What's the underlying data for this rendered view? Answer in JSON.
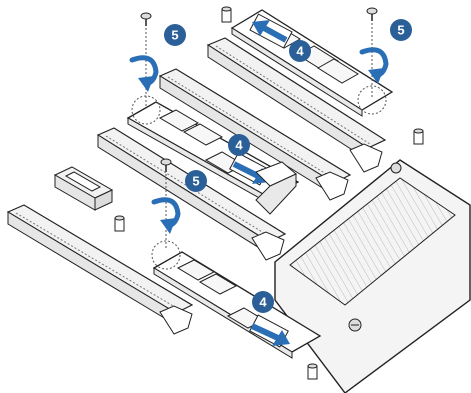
{
  "colors": {
    "line": "#222222",
    "slot_fill": "#f2f2f2",
    "module_fill": "#ffffff",
    "chip_fill": "#f7f7f7",
    "heatsink_fill": "#f4f4f4",
    "step_badge": "#2a5f97",
    "arrow": "#2a6fb5",
    "guide": "#555555"
  },
  "steps": {
    "install_module": "4",
    "secure_screw": "5"
  },
  "icons": {
    "rotate": "curved-rotate-arrow",
    "push": "insert-direction-arrow",
    "screw": "mounting-screw",
    "standoff": "standoff-post"
  }
}
